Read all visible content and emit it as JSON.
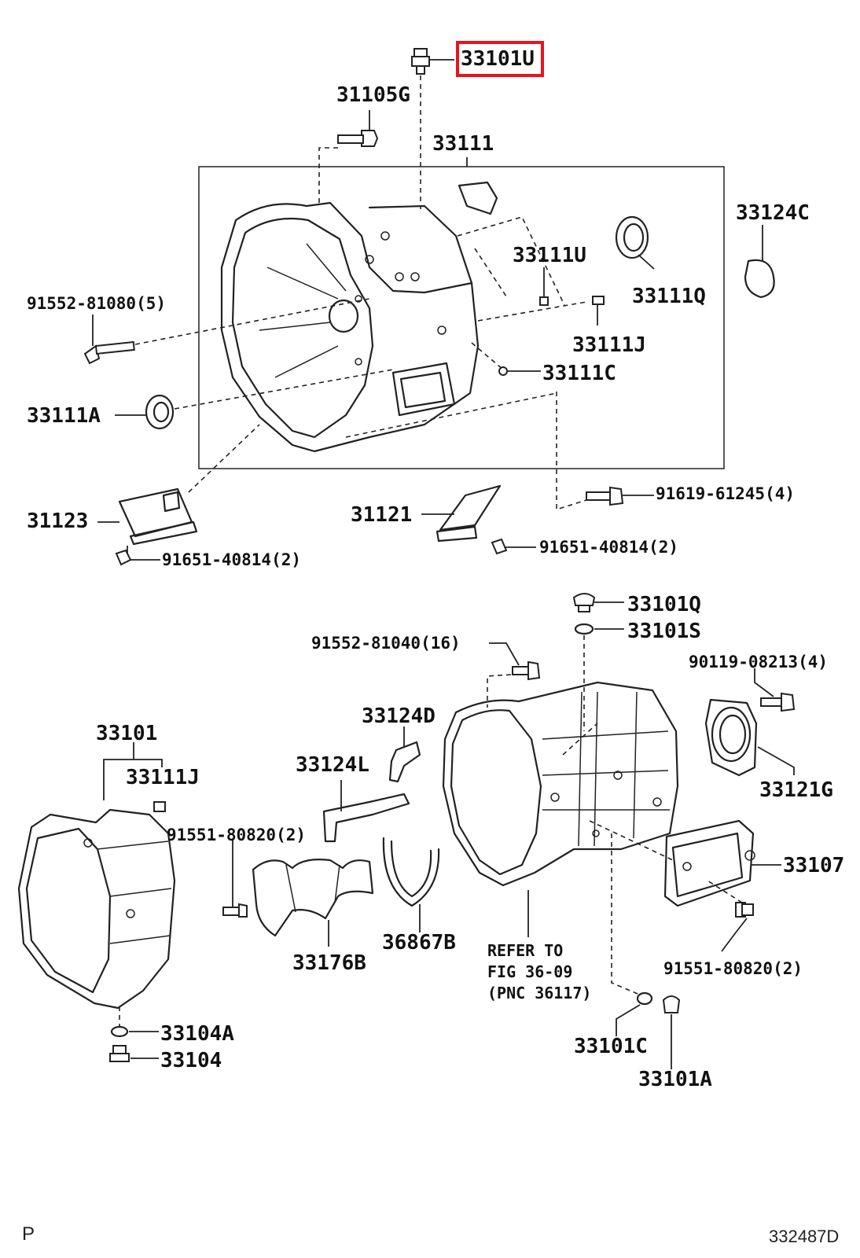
{
  "diagram": {
    "highlighted_part": "33101U",
    "highlight_color": "#e8141d",
    "labels": {
      "p33101U": "33101U",
      "p31105G": "31105G",
      "p33111": "33111",
      "p33124C": "33124C",
      "p33111U": "33111U",
      "p33111Q": "33111Q",
      "p91552_81080": "91552-81080(5)",
      "p33111J_top": "33111J",
      "p33111C": "33111C",
      "p33111A": "33111A",
      "p91619_61245": "91619-61245(4)",
      "p31123": "31123",
      "p31121": "31121",
      "p91651_40814_b": "91651-40814(2)",
      "p91651_40814_a": "91651-40814(2)",
      "p33101Q": "33101Q",
      "p33101S": "33101S",
      "p91552_81040": "91552-81040(16)",
      "p90119_08213": "90119-08213(4)",
      "p33124D": "33124D",
      "p33101": "33101",
      "p33124L": "33124L",
      "p33121G": "33121G",
      "p33111J_bottom": "33111J",
      "p91551_80820_a": "91551-80820(2)",
      "p33107": "33107",
      "p36867B": "36867B",
      "p33176B": "33176B",
      "p91551_80820_b": "91551-80820(2)",
      "p33104A": "33104A",
      "p33104": "33104",
      "p33101C": "33101C",
      "p33101A": "33101A"
    },
    "refer_note": {
      "line1": "REFER TO",
      "line2": "FIG 36-09",
      "line3": "(PNC 36117)"
    }
  },
  "footer": {
    "left": "P",
    "right": "332487D"
  }
}
